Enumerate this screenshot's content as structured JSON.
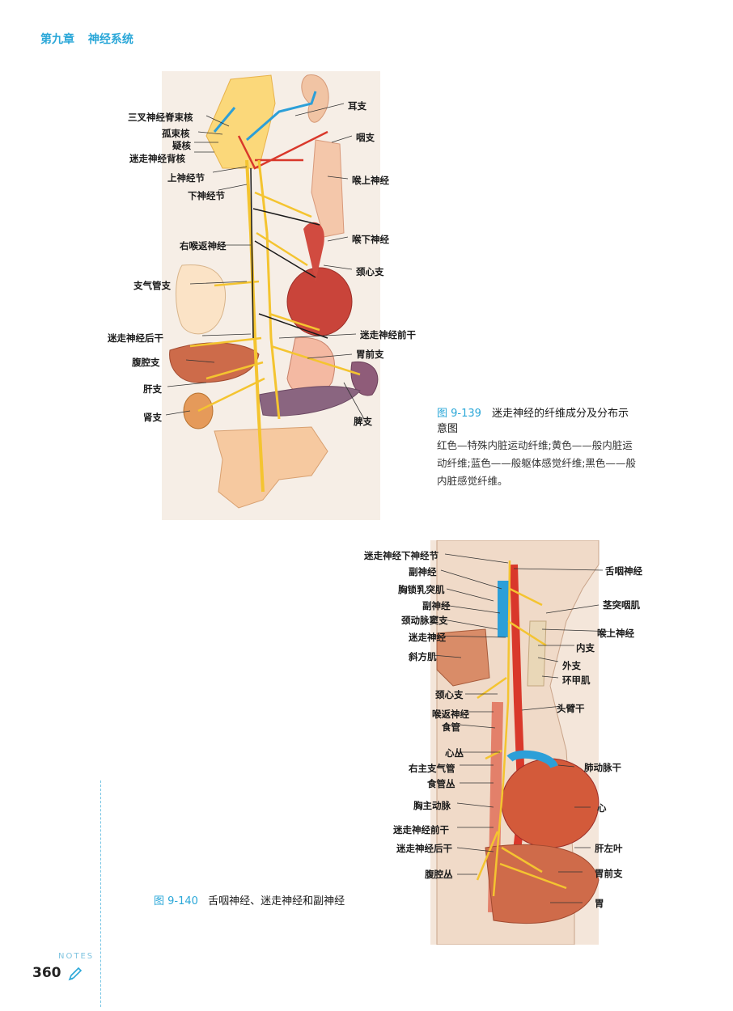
{
  "header": {
    "chapter": "第九章",
    "section": "神经系统"
  },
  "figure139": {
    "labels_left": [
      "三叉神经脊束核",
      "孤束核",
      "疑核",
      "迷走神经背核",
      "上神经节",
      "下神经节",
      "右喉返神经",
      "支气管支",
      "迷走神经后干",
      "腹腔支",
      "肝支",
      "肾支"
    ],
    "labels_right": [
      "耳支",
      "咽支",
      "喉上神经",
      "喉下神经",
      "颈心支",
      "迷走神经前干",
      "胃前支",
      "脾支"
    ],
    "caption_num": "图 9-139",
    "caption_title": "迷走神经的纤维成分及分布示意图",
    "caption_desc": "红色—特殊内脏运动纤维;黄色——般内脏运动纤维;蓝色——般躯体感觉纤维;黑色——般内脏感觉纤维。"
  },
  "figure140": {
    "labels_left": [
      "迷走神经下神经节",
      "副神经",
      "胸锁乳突肌",
      "副神经",
      "颈动脉窦支",
      "迷走神经",
      "斜方肌",
      "颈心支",
      "喉返神经",
      "食管",
      "心丛",
      "右主支气管",
      "食管丛",
      "胸主动脉",
      "迷走神经前干",
      "迷走神经后干",
      "腹腔丛"
    ],
    "labels_right": [
      "舌咽神经",
      "茎突咽肌",
      "喉上神经",
      "内支",
      "外支",
      "环甲肌",
      "头臂干",
      "肺动脉干",
      "心",
      "肝左叶",
      "胃前支",
      "胃"
    ],
    "caption_num": "图 9-140",
    "caption_title": "舌咽神经、迷走神经和副神经"
  },
  "footer": {
    "notes": "NOTES",
    "page_number": "360"
  },
  "colors": {
    "accent": "#2aa7d8",
    "nerve_yellow": "#f4c430",
    "nerve_red": "#d9382b",
    "nerve_blue": "#2c9fd8"
  }
}
